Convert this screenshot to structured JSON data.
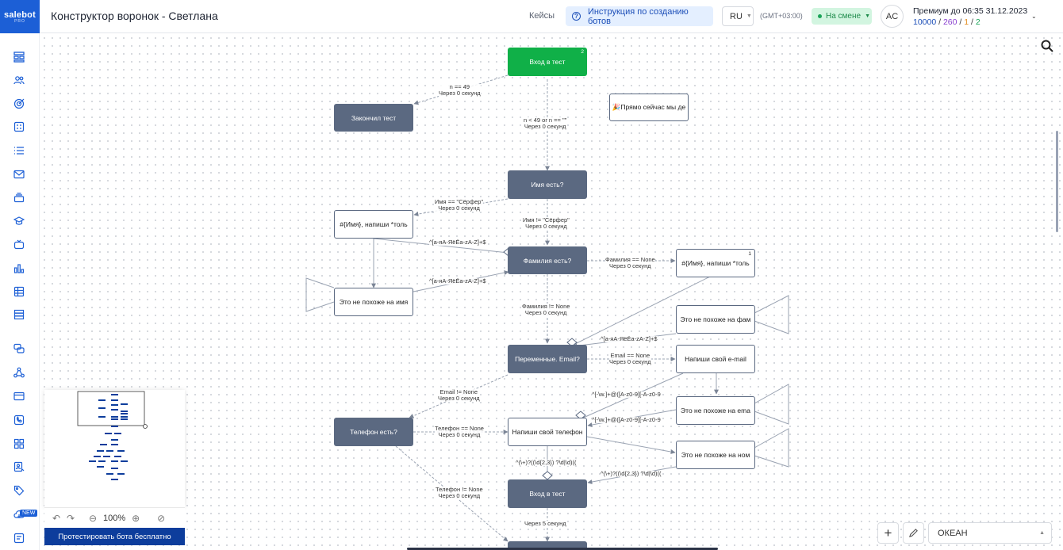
{
  "topbar": {
    "logo_text": "salebot",
    "logo_sub": "PRO",
    "title": "Конструктор воронок - Светлана",
    "cases": "Кейсы",
    "guide": "Инструкция по созданию ботов",
    "lang": "RU",
    "timezone": "(GMT+03:00)",
    "shift": "На смене",
    "avatar": "AC",
    "premium_text": "Премиум до 06:35 31.12.2023",
    "stat1": "10000",
    "stat2": "260",
    "stat3": "1",
    "stat4": "2"
  },
  "sidebar": {
    "icons": [
      "funnel-icon",
      "users-icon",
      "target-icon",
      "calculator-icon",
      "list-icon",
      "mail-icon",
      "layers-icon",
      "graduation-icon",
      "tv-icon",
      "bar-chart-icon",
      "table-icon",
      "database-icon",
      "chat-icon",
      "network-icon",
      "card-icon",
      "phone-icon",
      "apps-icon",
      "contact-icon",
      "tag-icon",
      "cloud-icon",
      "note-icon"
    ],
    "new_badge": "NEW"
  },
  "nodes": {
    "n1": {
      "label": "Вход в тест",
      "badge": "2"
    },
    "n2": {
      "label": "Закончил тест"
    },
    "n3": {
      "label": "🎉Прямо сейчас мы де"
    },
    "n4": {
      "label": "Имя есть?"
    },
    "n5": {
      "label": "#{Имя}, напиши *толь"
    },
    "n6": {
      "label": "Фамилия есть?"
    },
    "n7": {
      "label": "#{Имя}, напиши *толь",
      "badge": "1"
    },
    "n8": {
      "label": "Это не похоже на имя"
    },
    "n9": {
      "label": "Это не похоже на фам"
    },
    "n10": {
      "label": "Переменные. Email?"
    },
    "n11": {
      "label": "Напиши свой e-mail"
    },
    "n12": {
      "label": "Телефон есть?"
    },
    "n13": {
      "label": "Напиши свой телефон"
    },
    "n14": {
      "label": "Это не похоже на ema"
    },
    "n15": {
      "label": "Это не похоже на ном"
    },
    "n16": {
      "label": "Вход в тест"
    }
  },
  "edges": {
    "e1": [
      "n == 49",
      "Через 0 секунд"
    ],
    "e2": [
      "n < 49 or n == \"\"",
      "Через 0 секунд"
    ],
    "e3": [
      "Имя == \"Сёрфер\"",
      "Через 0 секунд"
    ],
    "e4": [
      "Имя != \"Сёрфер\"",
      "Через 0 секунд"
    ],
    "e5": [
      "^[а-яА-ЯёЁa-zA-Z]+$"
    ],
    "e6": [
      "^[а-яА-ЯёЁa-zA-Z]+$"
    ],
    "e7": [
      "Фамилия == None",
      "Через 0 секунд"
    ],
    "e8": [
      "Фамилия != None",
      "Через 0 секунд"
    ],
    "e9": [
      "^[а-яА-ЯёЁa-zA-Z]+$"
    ],
    "e10": [
      "Email == None",
      "Через 0 секунд"
    ],
    "e11": [
      "Email != None",
      "Через 0 секунд"
    ],
    "e12": [
      "^[-\\w.]+@([A-z0-9][-A-z0-9"
    ],
    "e13": [
      "^[-\\w.]+@([A-z0-9][-A-z0-9"
    ],
    "e14": [
      "Телефон == None",
      "Через 0 секунд"
    ],
    "e15": [
      "^(\\+)?((\\d{2,3}) ?\\d|\\d)(("
    ],
    "e16": [
      "^(\\+)?((\\d{2,3}) ?\\d|\\d)(("
    ],
    "e17": [
      "Телефон != None",
      "Через 0 секунд"
    ],
    "e18": [
      "Через 5 секунд"
    ]
  },
  "zoom": {
    "level": "100%"
  },
  "test_button": "Протестировать бота бесплатно",
  "theme": {
    "selected": "ОКЕАН"
  },
  "colors": {
    "accent": "#1c5fd6",
    "node_dark": "#5b6981",
    "node_green": "#10b048"
  }
}
